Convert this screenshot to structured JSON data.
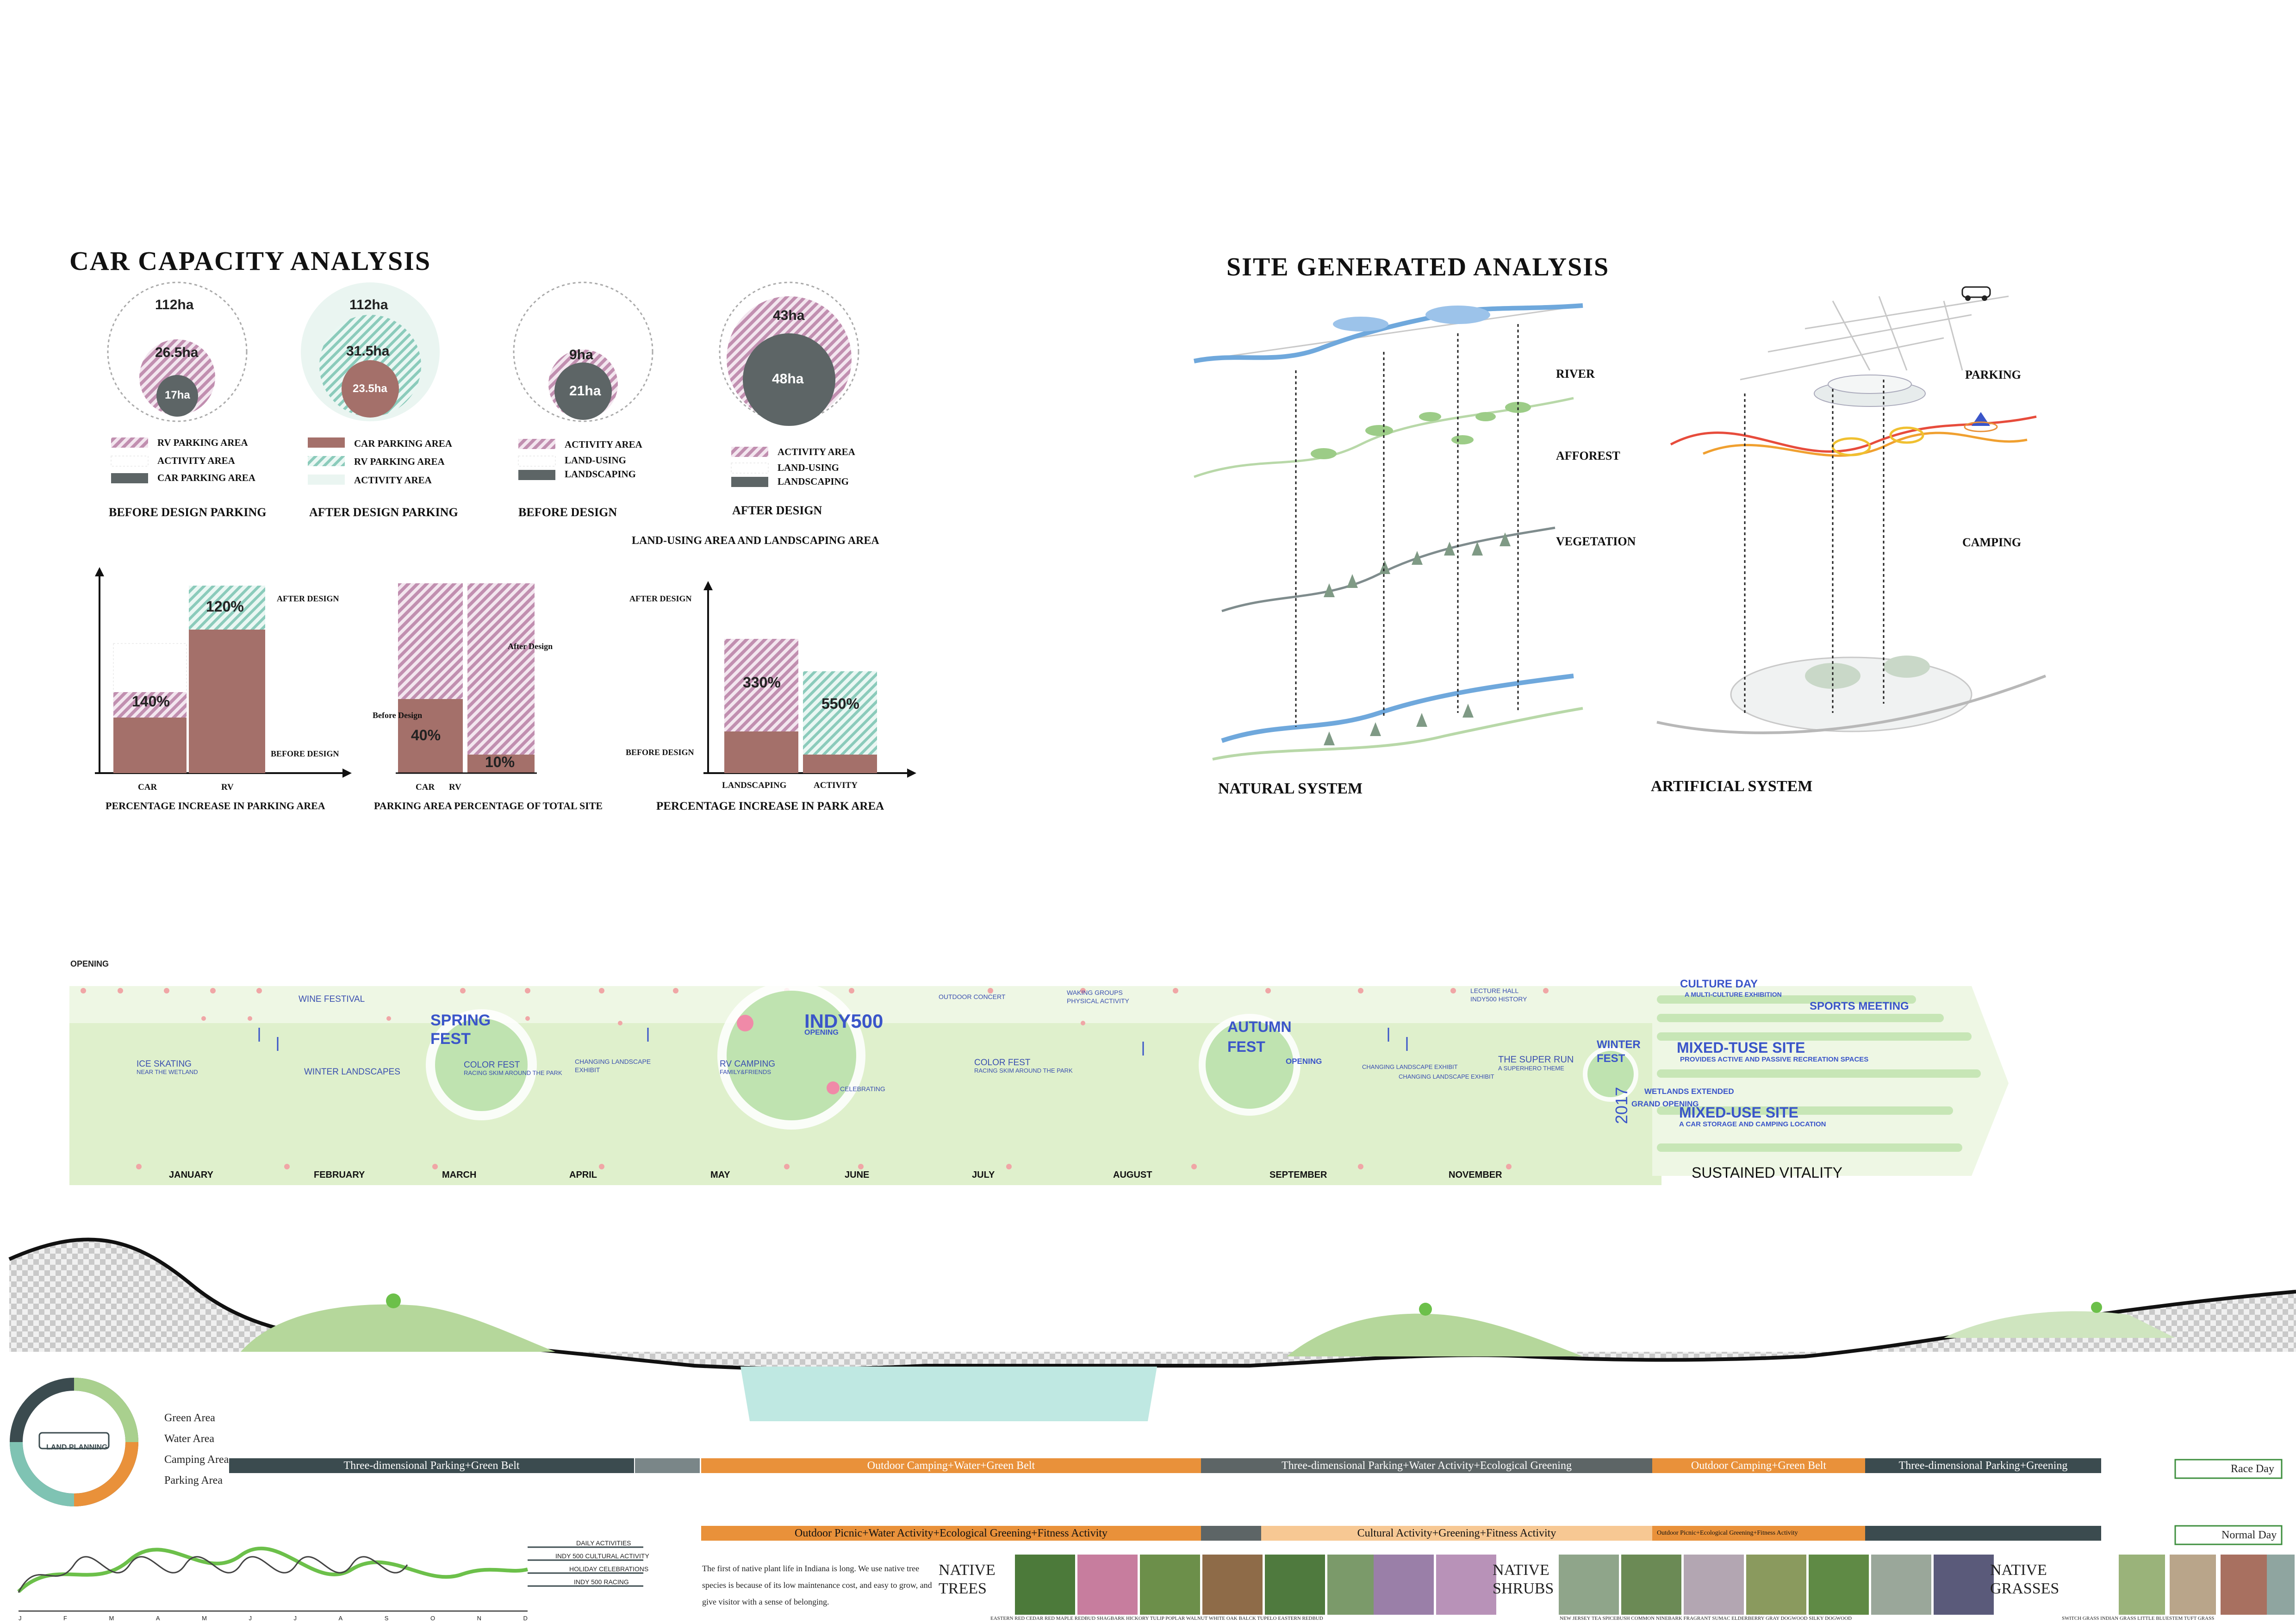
{
  "car_capacity": {
    "title": "CAR CAPACITY ANALYSIS",
    "circles": [
      {
        "outer": "112ha",
        "middle": "26.5ha",
        "inner": "17ha",
        "caption": "BEFORE DESIGN PARKING",
        "legend": [
          "RV PARKING AREA",
          "ACTIVITY AREA",
          "CAR PARKING AREA"
        ]
      },
      {
        "outer": "112ha",
        "middle": "31.5ha",
        "inner": "23.5ha",
        "caption": "AFTER DESIGN PARKING",
        "legend": [
          "CAR PARKING AREA",
          "RV PARKING AREA",
          "ACTIVITY AREA"
        ]
      },
      {
        "outer": "",
        "middle": "9ha",
        "inner": "21ha",
        "caption": "BEFORE DESIGN",
        "legend": [
          "ACTIVITY AREA",
          "LAND-USING",
          "LANDSCAPING"
        ]
      },
      {
        "outer": "",
        "middle": "43ha",
        "inner": "48ha",
        "caption": "AFTER DESIGN",
        "legend": [
          "ACTIVITY AREA",
          "LAND-USING",
          "LANDSCAPING"
        ]
      }
    ],
    "land_using_title": "LAND-USING AREA AND LANDSCAPING AREA"
  },
  "chart_data": [
    {
      "type": "bar",
      "title": "PERCENTAGE INCREASE IN PARKING AREA",
      "categories": [
        "CAR",
        "RV"
      ],
      "series": [
        {
          "name": "BEFORE DESIGN",
          "values": [
            1,
            1
          ]
        },
        {
          "name": "AFTER DESIGN",
          "values": [
            1.4,
            1.2
          ]
        }
      ],
      "data_labels": [
        "140%",
        "120%"
      ],
      "annotations": [
        "AFTER DESIGN",
        "BEFORE DESIGN"
      ]
    },
    {
      "type": "bar",
      "title": "PARKING AREA PERCENTAGE OF TOTAL SITE",
      "categories": [
        "CAR",
        "RV"
      ],
      "series": [
        {
          "name": "Before Design",
          "values": [
            40,
            10
          ]
        },
        {
          "name": "After Design",
          "values": [
            100,
            100
          ]
        }
      ],
      "data_labels": [
        "40%",
        "10%"
      ],
      "annotations": [
        "Before Design",
        "After Design"
      ]
    },
    {
      "type": "bar",
      "title": "PERCENTAGE INCREASE IN PARK AREA",
      "categories": [
        "LANDSCAPING",
        "ACTIVITY"
      ],
      "series": [
        {
          "name": "BEFORE DESIGN",
          "values": [
            1,
            1
          ]
        },
        {
          "name": "AFTER DESIGN",
          "values": [
            3.3,
            5.5
          ]
        }
      ],
      "data_labels": [
        "330%",
        "550%"
      ],
      "annotations": [
        "AFTER DESIGN",
        "BEFORE DESIGN"
      ]
    }
  ],
  "site": {
    "title": "SITE GENERATED ANALYSIS",
    "natural_layers": [
      "RIVER",
      "AFFOREST",
      "VEGETATION"
    ],
    "natural_label": "NATURAL SYSTEM",
    "artificial_layers": [
      "PARKING",
      "CAMPING"
    ],
    "artificial_label": "ARTIFICIAL SYSTEM"
  },
  "timeline": {
    "opening": "OPENING",
    "months": [
      "JANUARY",
      "FEBRUARY",
      "MARCH",
      "APRIL",
      "MAY",
      "JUNE",
      "JULY",
      "AUGUST",
      "SEPTEMBER",
      "NOVEMBER"
    ],
    "events": {
      "ice": "ICE SKATING",
      "ice_sub": "NEAR THE WETLAND",
      "wine": "WINE FESTIVAL",
      "winter_land": "WINTER LANDSCAPES",
      "spring": "SPRING",
      "fest": "FEST",
      "color": "COLOR FEST",
      "color_sub": "RACING SKIM AROUND THE PARK",
      "changing": "CHANGING LANDSCAPE",
      "exhibit": "EXHIBIT",
      "rv": "RV CAMPING",
      "rv_sub": "FAMILY&FRIENDS",
      "indy": "INDY500",
      "indy_sub": "OPENING",
      "celebrating": "CELEBRATING",
      "outdoor": "OUTDOOR CONCERT",
      "color2": "COLOR FEST",
      "color2_sub": "RACING SKIM AROUND THE PARK",
      "walking": "WAKING GROUPS",
      "walking_sub": "PHYSICAL ACTIVITY",
      "autumn": "AUTUMN",
      "autumn_fest": "FEST",
      "autumn_open": "OPENING",
      "changing2": "CHANGING LANDSCAPE EXHIBIT",
      "changing3": "CHANGING LANDSCAPE EXHIBIT",
      "lecture": "LECTURE HALL",
      "lecture_sub": "INDY500 HISTORY",
      "superrun": "THE SUPER RUN",
      "superrun_sub": "A SUPERHERO THEME",
      "winter": "WINTER",
      "winter_fest": "FEST"
    },
    "year": "2017",
    "future": {
      "culture": "CULTURE DAY",
      "culture_sub": "A MULTI-CULTURE EXHIBITION",
      "sports": "SPORTS MEETING",
      "mixed1": "MIXED-TUSE SITE",
      "mixed1_sub": "PROVIDES ACTIVE AND PASSIVE RECREATION SPACES",
      "wetlands": "WETLANDS EXTENDED",
      "grand": "GRAND OPENING",
      "mixed2": "MIXED-USE SITE",
      "mixed2_sub": "A CAR STORAGE AND CAMPING LOCATION",
      "sustained": "SUSTAINED  VITALITY"
    }
  },
  "section": {
    "land_planning": "LAND PLANNING",
    "legend": [
      "Green Area",
      "Water Area",
      "Camping Area",
      "Parking Area"
    ],
    "race_bars": [
      "Three-dimensional Parking+Green Belt",
      "Outdoor Camping+Water+Green Belt",
      "Three-dimensional Parking+Water Activity+Ecological Greening",
      "Outdoor Camping+Green Belt",
      "Three-dimensional Parking+Greening"
    ],
    "normal_bars": [
      "Outdoor Picnic+Water Activity+Ecological Greening+Fitness Activity",
      "Cultural Activity+Greening+Fitness Activity",
      "Outdoor Picnic+Ecological Greening+Fitness Activity"
    ],
    "race_day": "Race Day",
    "normal_day": "Normal Day",
    "activity_legend": [
      "DAILY ACTIVITIES",
      "INDY 500 CULTURAL ACTIVITY",
      "HOLIDAY CELEBRATIONS",
      "INDY 500 RACING"
    ],
    "month_letters": [
      "J",
      "F",
      "M",
      "A",
      "M",
      "J",
      "J",
      "A",
      "S",
      "O",
      "N",
      "D"
    ],
    "native_text": "The first of native plant life in Indiana is long. We use native tree species is because of its low maintenance cost, and easy to grow, and give visitor with a sense of belonging.",
    "native_trees": "NATIVE TREES",
    "native_shrubs": "NATIVE SHRUBS",
    "native_grasses": "NATIVE GRASSES",
    "tree_names": "EASTERN RED CEDAR   RED MAPLE   REDBUD   SHAGBARK HICKORY   TULIP POPLAR   WALNUT   WHITE OAK   BALCK TUPELO   EASTERN REDBUD",
    "shrub_names": "NEW JERSEY TEA   SPICEBUSH   COMMON NINEBARK   FRAGRANT SUMAC   ELDERBERRY   GRAY DOGWOOD   SILKY DOGWOOD",
    "grass_names": "SWITCH GRASS   INDIAN GRASS   LITTLE BLUESTEM   TUFT GRASS"
  },
  "colors": {
    "rv": "#b97fa3",
    "car": "#a4706a",
    "teal": "#7fc3b3",
    "dark": "#5d6566",
    "green": "#a9d08e",
    "orange": "#e9913a",
    "navy": "#3b4b4f",
    "blue": "#3a55c9"
  }
}
